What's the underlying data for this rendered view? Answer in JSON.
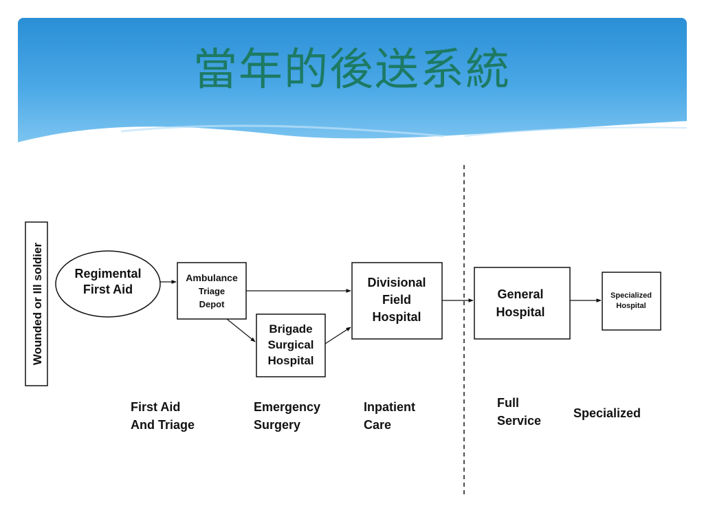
{
  "slide": {
    "title": "當年的後送系統"
  },
  "diagram": {
    "side_label": "Wounded or Ill soldier",
    "nodes": {
      "regimental_first_aid": [
        "Regimental",
        "First Aid"
      ],
      "ambulance_triage_depot": [
        "Ambulance",
        "Triage",
        "Depot"
      ],
      "brigade_surgical_hospital": [
        "Brigade",
        "Surgical",
        "Hospital"
      ],
      "divisional_field_hospital": [
        "Divisional",
        "Field",
        "Hospital"
      ],
      "general_hospital": [
        "General",
        "Hospital"
      ],
      "specialized_hospital": [
        "Specialized",
        "Hospital"
      ]
    },
    "stages": {
      "first_aid_triage": [
        "First Aid",
        "And Triage"
      ],
      "emergency_surgery": [
        "Emergency",
        "Surgery"
      ],
      "inpatient_care": [
        "Inpatient",
        "Care"
      ],
      "full_service": [
        "Full",
        "Service"
      ],
      "specialized": [
        "Specialized"
      ]
    }
  }
}
